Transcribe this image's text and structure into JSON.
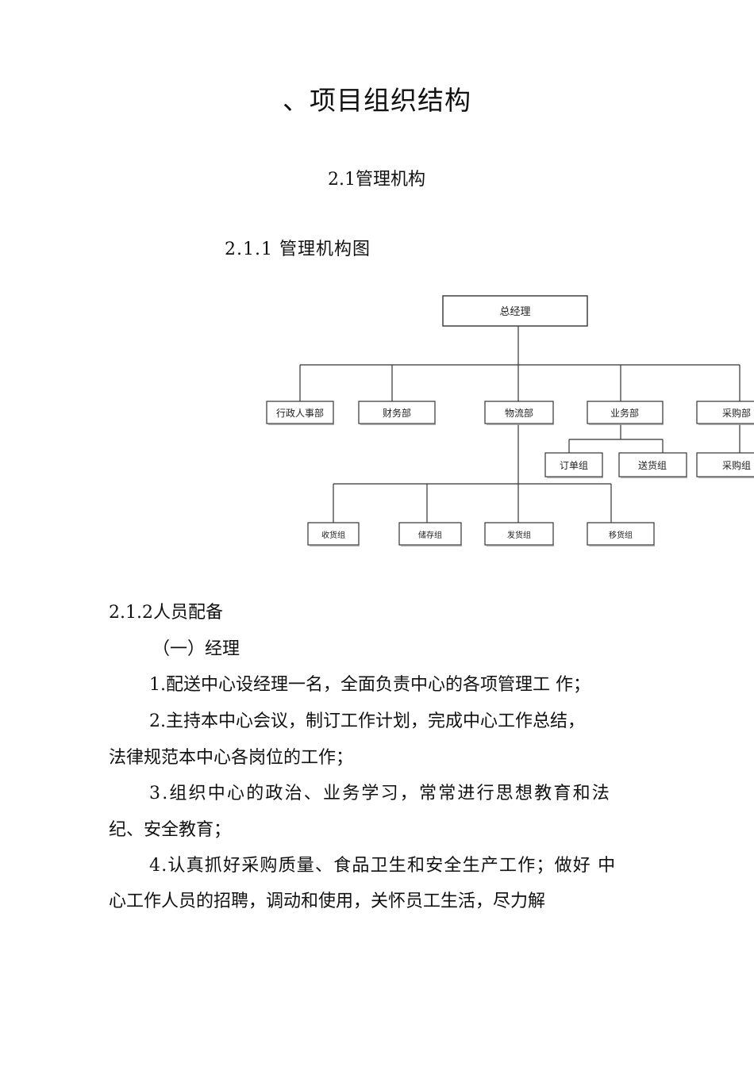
{
  "title": "、项目组织结构",
  "section_2_1": "2.1管理机构",
  "section_2_1_1": "2.1.1 管理机构图",
  "org_chart": {
    "root": "总经理",
    "departments": [
      "行政人事部",
      "财务部",
      "物流部",
      "业务部",
      "采购部"
    ],
    "business_groups": [
      "订单组",
      "送货组"
    ],
    "purchase_groups": [
      "采购组"
    ],
    "logistics_groups": [
      "收货组",
      "储存组",
      "发货组",
      "移货组"
    ]
  },
  "section_2_1_2": "2.1.2人员配备",
  "subsection_1": "（一）经理",
  "paragraphs": {
    "p1": "1.配送中心设经理一名，全面负责中心的各项管理工 作；",
    "p2_line1": "2.主持本中心会议，制订工作计划，完成中心工作总结，",
    "p2_line2": "法律规范本中心各岗位的工作；",
    "p3_line1": "3.组织中心的政治、业务学习，常常进行思想教育和法",
    "p3_line2": "纪、安全教育；",
    "p4_line1": "4.认真抓好采购质量、食品卫生和安全生产工作；做好  中",
    "p4_line2": "心工作人员的招聘，调动和使用，关怀员工生活，尽力解"
  }
}
